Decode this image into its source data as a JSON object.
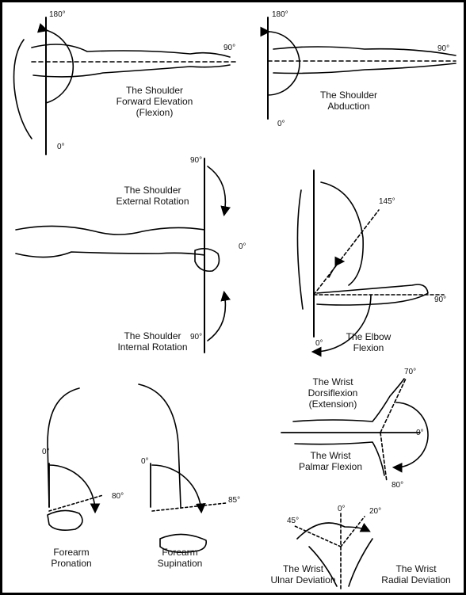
{
  "panels": {
    "forward_elevation": {
      "title": [
        "The Shoulder",
        "Forward Elevation",
        "(Flexion)"
      ],
      "angles": {
        "top": "180°",
        "end": "90°",
        "start": "0°"
      }
    },
    "abduction": {
      "title": [
        "The Shoulder",
        "Abduction"
      ],
      "angles": {
        "top": "180°",
        "end": "90°",
        "start": "0°"
      }
    },
    "external_rotation": {
      "title": [
        "The Shoulder",
        "External Rotation"
      ],
      "angles": {
        "top": "90°",
        "mid": "0°"
      }
    },
    "internal_rotation": {
      "title": [
        "The Shoulder",
        "Internal Rotation"
      ],
      "angles": {
        "bottom": "90°"
      }
    },
    "elbow_flexion": {
      "title": [
        "The Elbow",
        "Flexion"
      ],
      "angles": {
        "max": "145°",
        "extended": "90°",
        "start": "0°"
      }
    },
    "wrist_dorsiflexion": {
      "title": [
        "The Wrist",
        "Dorsiflexion",
        "(Extension)"
      ],
      "angles": {
        "up": "70°",
        "neutral": "0°"
      }
    },
    "wrist_palmar": {
      "title": [
        "The Wrist",
        "Palmar Flexion"
      ],
      "angles": {
        "down": "80°"
      }
    },
    "forearm_pronation": {
      "title": [
        "Forearm",
        "Pronation"
      ],
      "angles": {
        "start": "0°",
        "end": "80°"
      }
    },
    "forearm_supination": {
      "title": [
        "Forearm",
        "Supination"
      ],
      "angles": {
        "start": "0°",
        "end": "85°"
      }
    },
    "wrist_deviation": {
      "ulnar_title": [
        "The Wrist",
        "Ulnar Deviation"
      ],
      "radial_title": [
        "The Wrist",
        "Radial Deviation"
      ],
      "angles": {
        "ulnar": "45°",
        "neutral": "0°",
        "radial": "20°"
      }
    }
  }
}
